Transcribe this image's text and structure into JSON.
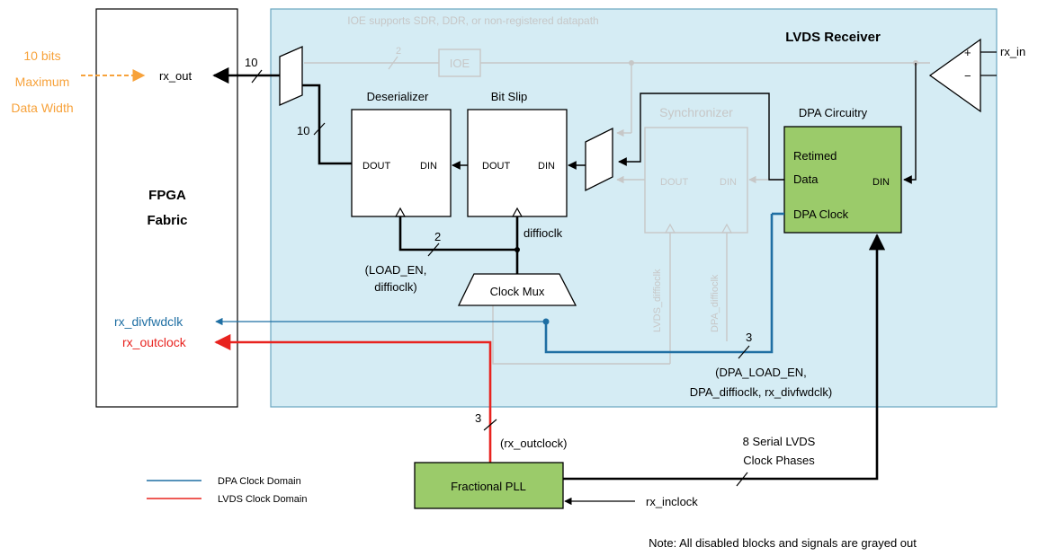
{
  "input_annotation": {
    "line1": "10 bits",
    "line2": "Maximum",
    "line3": "Data Width",
    "color": "#f7a23b"
  },
  "fabric": {
    "title_line1": "FPGA",
    "title_line2": "Fabric"
  },
  "receiver": {
    "title": "LVDS Receiver",
    "background": "#d5ecf4",
    "border": "#6aa6c0"
  },
  "ioe_note": "IOE supports SDR, DDR, or non-registered datapath",
  "ioe_block": {
    "label": "IOE"
  },
  "bus_widths": {
    "ioe": "2",
    "rx_out": "10",
    "deser_out": "10",
    "loaden": "2",
    "dpa": "3",
    "pll_out": "3"
  },
  "signals": {
    "rx_out": "rx_out",
    "rx_in": "rx_in",
    "rx_divfwdclk": "rx_divfwdclk",
    "rx_outclock": "rx_outclock",
    "rx_inclock": "rx_inclock",
    "diffioclk": "diffioclk",
    "lvds_diffioclk": "LVDS_diffioclk",
    "dpa_diffioclk": "DPA_diffioclk",
    "load_en_line1": "(LOAD_EN,",
    "load_en_line2": "diffioclk)",
    "dpa_bus_line1": "(DPA_LOAD_EN,",
    "dpa_bus_line2": "DPA_diffioclk, rx_divfwdclk)",
    "pll_bus": "(rx_outclock)",
    "serial_line1": "8 Serial LVDS",
    "serial_line2": "Clock Phases"
  },
  "blocks": {
    "deserializer": {
      "title": "Deserializer",
      "dout": "DOUT",
      "din": "DIN"
    },
    "bitslip": {
      "title": "Bit Slip",
      "dout": "DOUT",
      "din": "DIN"
    },
    "synchronizer": {
      "title": "Synchronizer",
      "dout": "DOUT",
      "din": "DIN"
    },
    "dpa": {
      "title": "DPA Circuitry",
      "retimed_line1": "Retimed",
      "retimed_line2": "Data",
      "din": "DIN",
      "clock": "DPA Clock",
      "fill": "#9bcb6a"
    },
    "clock_mux": {
      "label": "Clock Mux"
    },
    "pll": {
      "label": "Fractional PLL",
      "fill": "#9bcb6a"
    },
    "buffer": {
      "plus": "+",
      "minus": "−"
    }
  },
  "legend": [
    {
      "label": "DPA Clock Domain",
      "color": "#1f6fa3"
    },
    {
      "label": "LVDS Clock Domain",
      "color": "#e8231f"
    }
  ],
  "note": "Note: All disabled blocks and signals are grayed out"
}
